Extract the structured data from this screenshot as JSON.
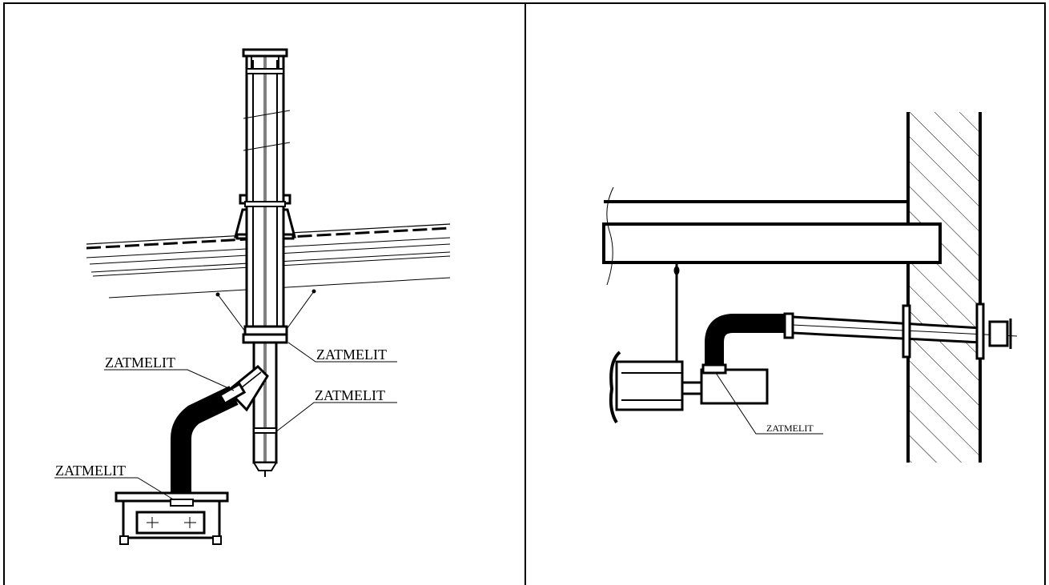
{
  "left_panel": {
    "labels": {
      "upper_left": "ZATMELIT",
      "collar_right": "ZATMELIT",
      "pipe_right": "ZATMELIT",
      "lower_left": "ZATMELIT"
    }
  },
  "right_panel": {
    "labels": {
      "elbow_bottom": "ZATMELIT"
    }
  }
}
